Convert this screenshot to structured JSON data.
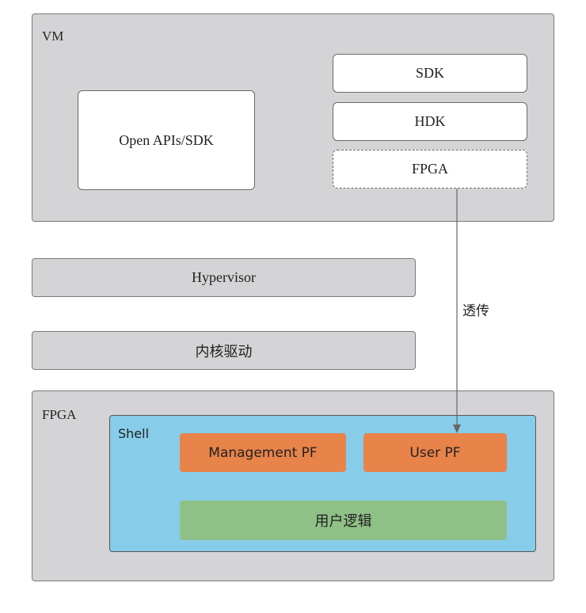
{
  "vm": {
    "label": "VM",
    "open_apis": "Open APIs/SDK",
    "sdk": "SDK",
    "hdk": "HDK",
    "fpga": "FPGA"
  },
  "hypervisor": "Hypervisor",
  "kernel_driver": "内核驱动",
  "passthrough": "透传",
  "fpga_host": {
    "label": "FPGA",
    "shell": {
      "label": "Shell",
      "management_pf": "Management PF",
      "user_pf": "User PF",
      "user_logic": "用户逻辑"
    }
  },
  "colors": {
    "gray_container": "#d4d4d6",
    "shell_blue": "#87cce9",
    "pf_orange": "#e8834a",
    "logic_green": "#8fc187"
  }
}
